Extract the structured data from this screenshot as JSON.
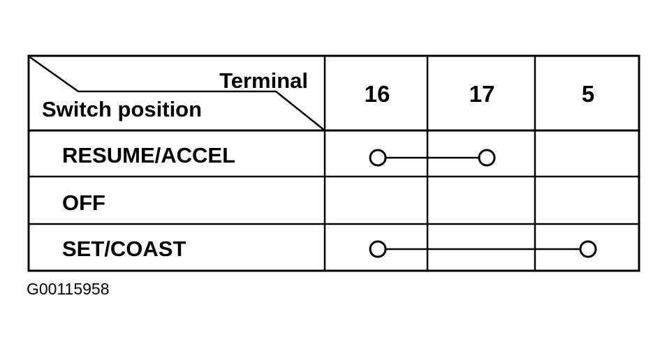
{
  "table": {
    "header": {
      "terminal_label": "Terminal",
      "switch_position_label": "Switch position",
      "terminals": [
        "16",
        "17",
        "5"
      ]
    },
    "rows": [
      {
        "position": "RESUME/ACCEL",
        "connected_terminals": [
          "16",
          "17"
        ]
      },
      {
        "position": "OFF",
        "connected_terminals": []
      },
      {
        "position": "SET/COAST",
        "connected_terminals": [
          "16",
          "5"
        ]
      }
    ]
  },
  "figure_id": "G00115958",
  "colors": {
    "line": "#000000",
    "background": "#ffffff"
  }
}
